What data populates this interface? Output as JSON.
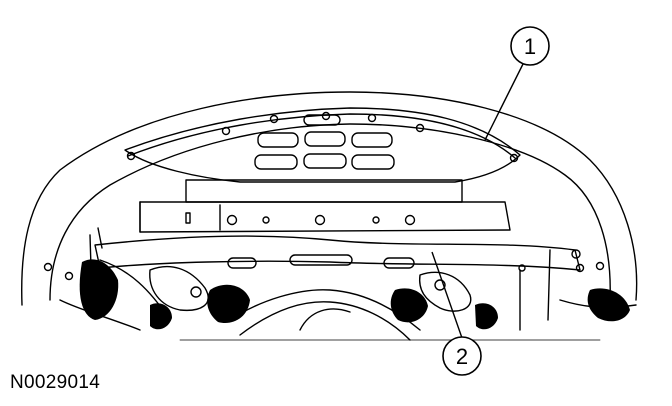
{
  "figure": {
    "figure_id": "N0029014",
    "callouts": [
      {
        "label": "1"
      },
      {
        "label": "2"
      }
    ]
  },
  "colors": {
    "line": "#000000",
    "background": "#ffffff",
    "shading": "#000000"
  }
}
